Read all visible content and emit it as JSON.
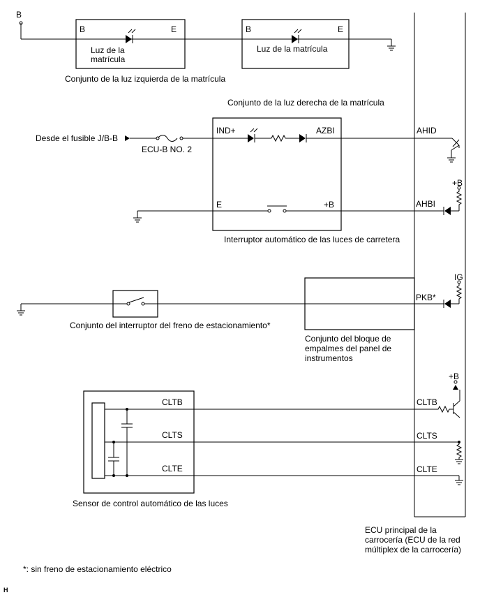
{
  "labels": {
    "b_top": "B",
    "left_lamp": {
      "pin_b": "B",
      "pin_e": "E",
      "inner_line1": "Luz de la",
      "inner_line2": "matrícula",
      "caption": "Conjunto de la luz izquierda de la matrícula"
    },
    "right_lamp": {
      "pin_b": "B",
      "pin_e": "E",
      "inner": "Luz de la matrícula",
      "caption": "Conjunto de la luz derecha de la matrícula"
    },
    "fuse_source": "Desde el fusible J/B-B",
    "fuse_name": "ECU-B NO. 2",
    "hb_switch": {
      "pin_ind": "IND+",
      "pin_azbi": "AZBI",
      "pin_e": "E",
      "pin_b": "+B",
      "caption": "Interruptor automático de las luces de carretera"
    },
    "ecu_pins": {
      "ahid": "AHID",
      "ahbi": "AHBI",
      "pkb": "PKB*",
      "cltb": "CLTB",
      "clts": "CLTS",
      "clte": "CLTE"
    },
    "supply_b1": "+B",
    "supply_ig": "IG",
    "supply_b2": "+B",
    "parking": {
      "caption": "Conjunto del interruptor del freno de estacionamiento*"
    },
    "junction": {
      "line1": "Conjunto del bloque de",
      "line2": "empalmes del panel de",
      "line3": "instrumentos"
    },
    "sensor": {
      "cltb": "CLTB",
      "clts": "CLTS",
      "clte": "CLTE",
      "caption": "Sensor de control automático de las luces"
    },
    "ecu": {
      "line1": "ECU principal de la",
      "line2": "carrocería (ECU de la red",
      "line3": "múltiplex de la carrocería)"
    },
    "footnote": "*: sin freno de estacionamiento eléctrico",
    "corner": "H"
  }
}
